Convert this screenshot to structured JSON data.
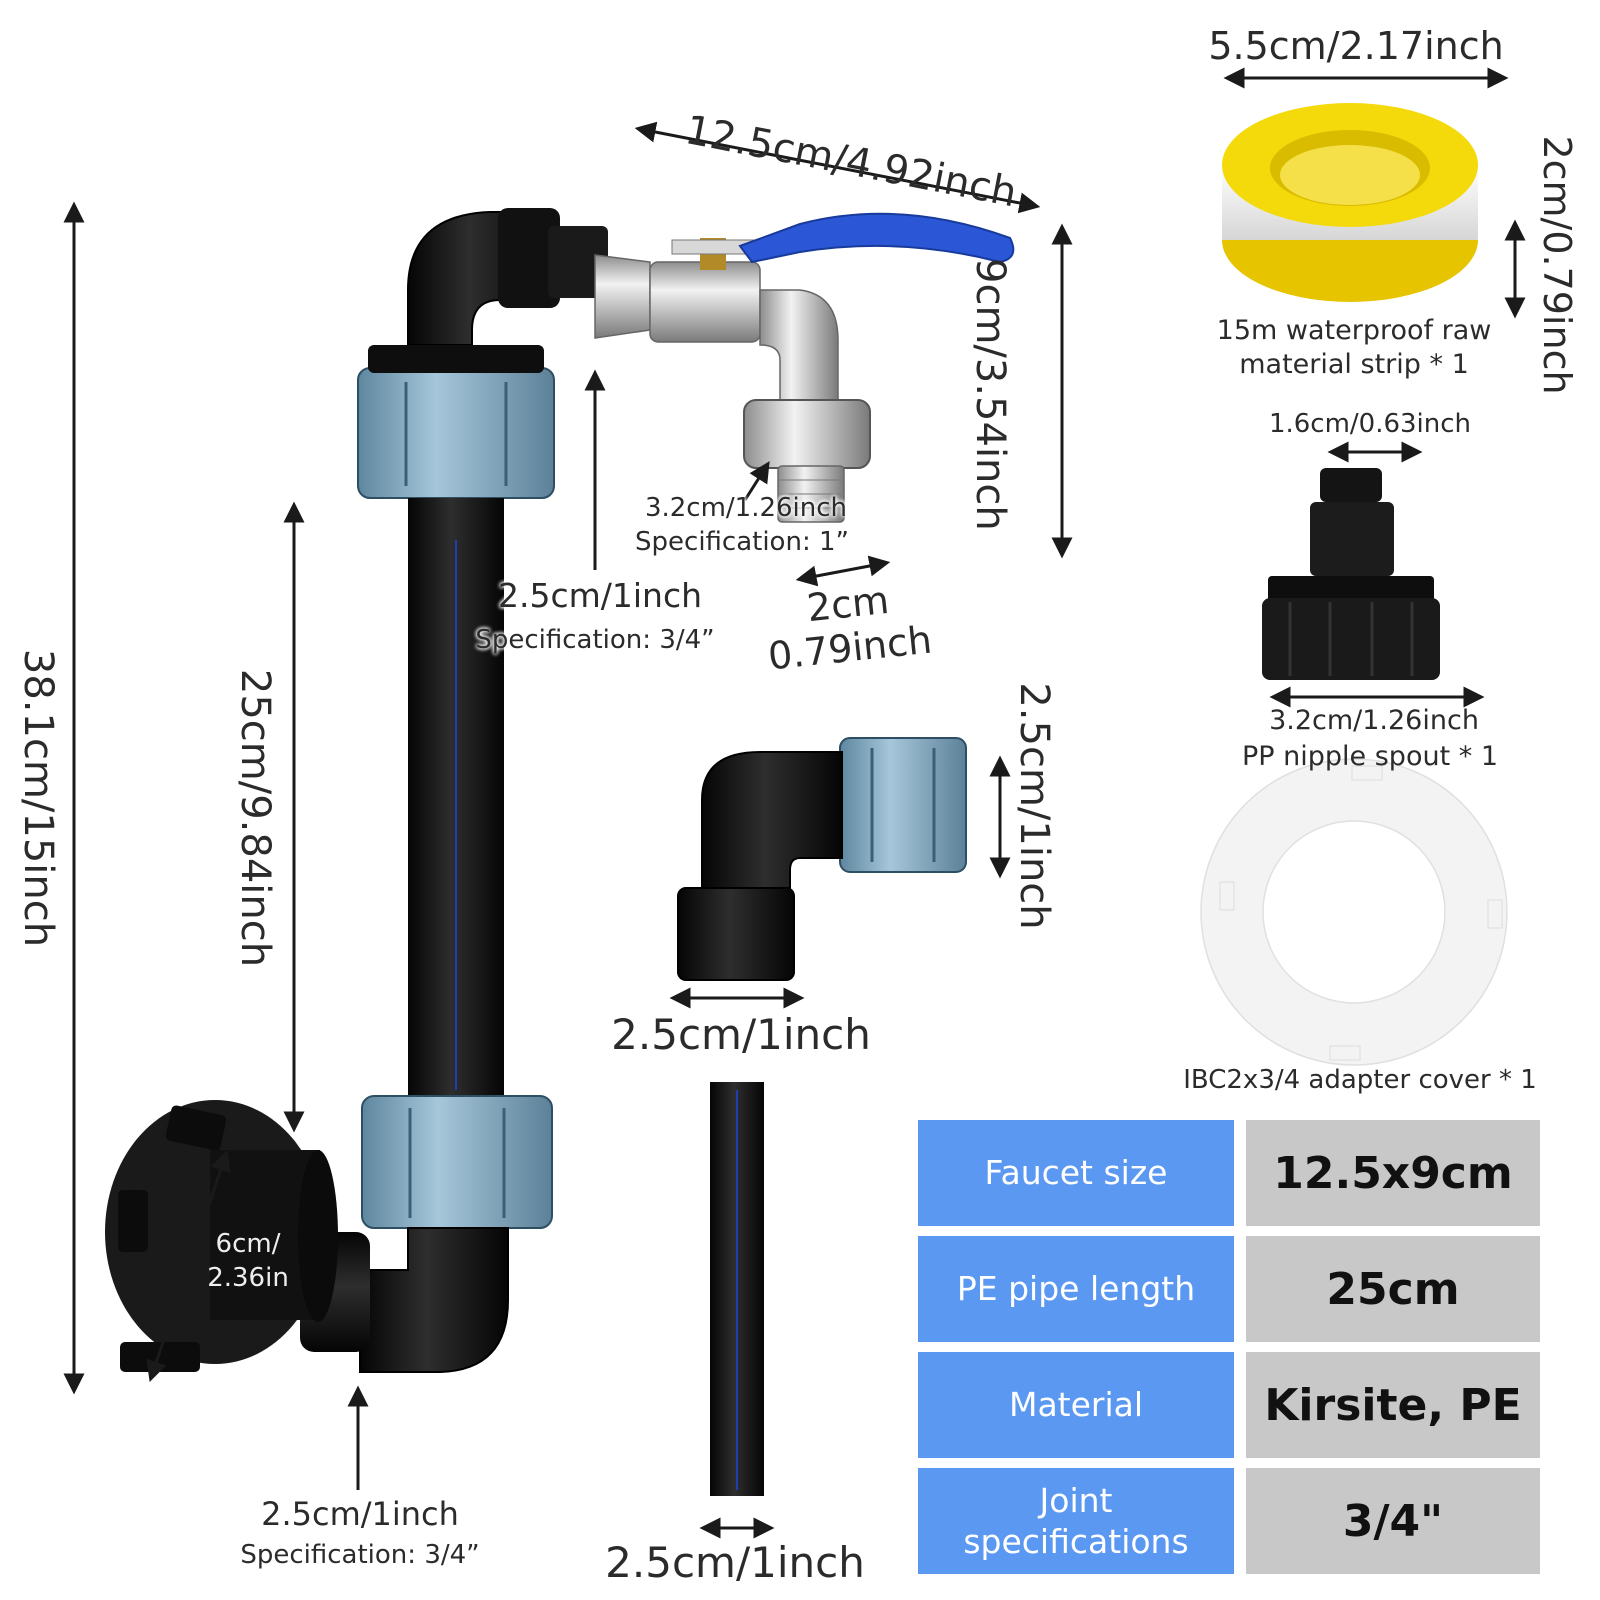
{
  "dimensions": {
    "faucet_width": "12.5cm/4.92inch",
    "faucet_height": "9cm/3.54inch",
    "total_height": "38.1cm/15inch",
    "pipe_length": "25cm/9.84inch",
    "spout_thread": "3.2cm/1.26inch",
    "spout_spec": "Specification: 1”",
    "spout_tip_a": "2cm",
    "spout_tip_b": "0.79inch",
    "faucet_joint": "2.5cm/1inch",
    "faucet_joint_spec": "Specification: 3/4”",
    "ibc_cap": "6cm/",
    "ibc_cap_b": "2.36in",
    "bottom_joint": "2.5cm/1inch",
    "bottom_joint_spec": "Specification: 3/4”",
    "elbow_height": "2.5cm/1inch",
    "elbow_width": "2.5cm/1inch",
    "pipe_diameter": "2.5cm/1inch"
  },
  "accessories": {
    "tape_width": "5.5cm/2.17inch",
    "tape_height": "2cm/0.79inch",
    "tape_label": [
      "15m waterproof raw",
      "material strip * 1"
    ],
    "nipple_top": "1.6cm/0.63inch",
    "nipple_bottom": "3.2cm/1.26inch",
    "nipple_label": "PP nipple spout * 1",
    "cover_label": "IBC2x3/4 adapter cover * 1"
  },
  "specs": [
    {
      "key": "Faucet size",
      "value": "12.5x9cm"
    },
    {
      "key": "PE pipe length",
      "value": "25cm"
    },
    {
      "key": "Material",
      "value": "Kirsite, PE"
    },
    {
      "key": "Joint specifications",
      "value": "3/4\""
    }
  ],
  "colors": {
    "pipe_black": "#151515",
    "fitting_blue": "#7fa6c0",
    "valve_handle": "#2b57d6",
    "chrome": "#c4c4c4",
    "tape_yellow": "#f4d90b",
    "spec_key_bg": "#5b98f2",
    "spec_val_bg": "#c8c8c8"
  }
}
